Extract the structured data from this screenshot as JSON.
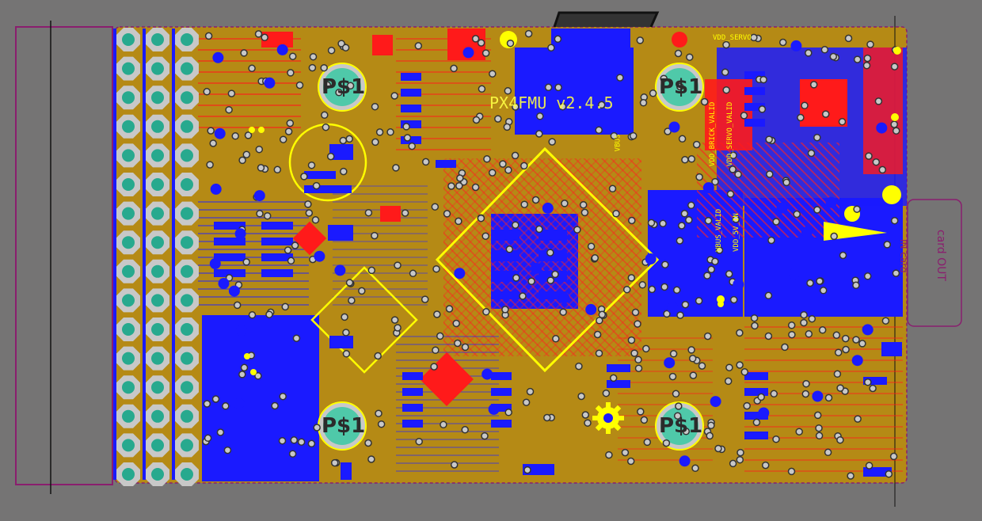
{
  "board": {
    "silk_title": "PX4FMU v2.4.5",
    "colors": {
      "background": "#757474",
      "copper_fill": "#b58a15",
      "top_copper": "#ff1a1a",
      "bottom_copper": "#1a1aff",
      "silkscreen": "#ffff00",
      "via": "#c8c8c8",
      "outline": "#8a1e6e"
    }
  },
  "fiducials": [
    {
      "label": "P$1"
    },
    {
      "label": "P$1"
    },
    {
      "label": "P$1"
    },
    {
      "label": "P$1"
    }
  ],
  "net_labels": {
    "vdd_servo": "VDD_SERVO",
    "vbus": "VBUS",
    "vdd_brick_valid": "VDD_BRICK_VALID",
    "vdd_servo_valid": "VDD_SERVO_VALID",
    "vbus_valid": "VBUS_VALID",
    "vdd_5v_in": "VDD_5V_IN"
  },
  "connectors": {
    "card_label": "card OUT",
    "card_inner": "IN card"
  },
  "header": {
    "pins_per_column": 16,
    "columns": 3
  }
}
